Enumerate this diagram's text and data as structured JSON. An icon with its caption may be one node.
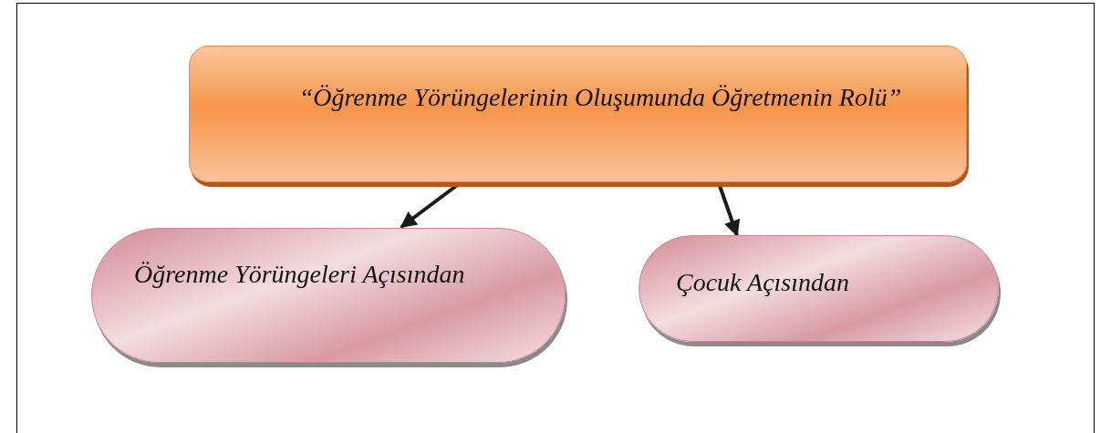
{
  "diagram": {
    "nodes": [
      {
        "text": [
          "“Öğrenme Yörüngelerinin Oluşumunda Öğretmenin Rolü”"
        ]
      },
      {
        "text": [
          "Öğrenme Yörüngeleri Açısından"
        ]
      },
      {
        "text": [
          "Çocuk Açısından"
        ]
      }
    ],
    "edges": [
      {
        "from": 0,
        "to": 1,
        "arrow": "to"
      },
      {
        "from": 0,
        "to": 2,
        "arrow": "to"
      }
    ]
  }
}
